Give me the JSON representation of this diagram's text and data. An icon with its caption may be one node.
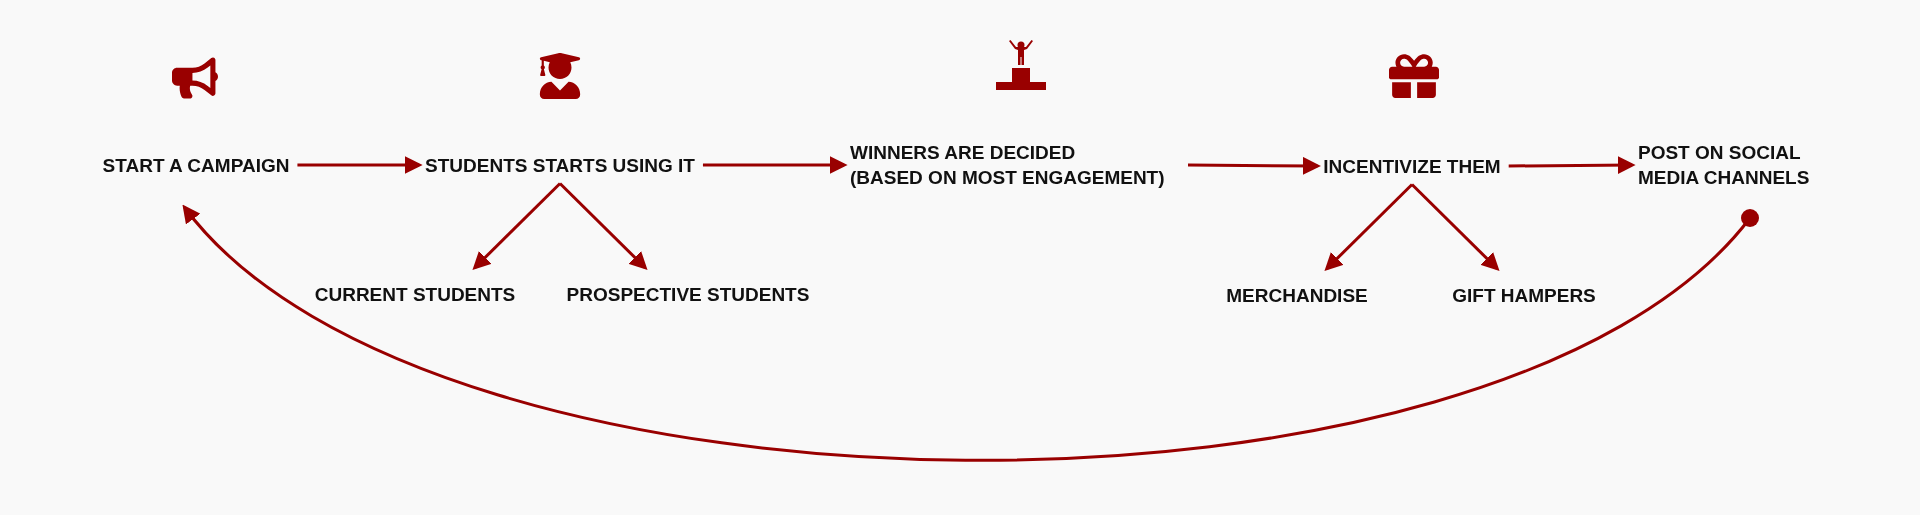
{
  "diagram": {
    "nodes": [
      {
        "text": [
          "START A CAMPAIGN"
        ]
      },
      {
        "text": [
          "STUDENTS STARTS USING IT"
        ]
      },
      {
        "text": [
          "WINNERS ARE DECIDED (BASED ON MOST ENGAGEMENT)"
        ]
      },
      {
        "text": [
          "INCENTIVIZE THEM"
        ]
      },
      {
        "text": [
          "POST ON SOCIAL MEDIA CHANNELS"
        ]
      },
      {
        "text": [
          "CURRENT STUDENTS"
        ]
      },
      {
        "text": [
          "PROSPECTIVE STUDENTS"
        ]
      },
      {
        "text": [
          "MERCHANDISE"
        ]
      },
      {
        "text": [
          "GIFT HAMPERS"
        ]
      }
    ],
    "edges": [
      {
        "from": 0,
        "to": 1,
        "arrow": "to"
      },
      {
        "from": 1,
        "to": 2,
        "arrow": "to"
      },
      {
        "from": 2,
        "to": 3,
        "arrow": "to"
      },
      {
        "from": 3,
        "to": 4,
        "arrow": "to"
      },
      {
        "from": 1,
        "to": 5,
        "arrow": "to"
      },
      {
        "from": 1,
        "to": 6,
        "arrow": "to"
      },
      {
        "from": 3,
        "to": 7,
        "arrow": "to"
      },
      {
        "from": 3,
        "to": 8,
        "arrow": "to"
      },
      {
        "from": 4,
        "to": 0,
        "arrow": "to"
      }
    ]
  }
}
